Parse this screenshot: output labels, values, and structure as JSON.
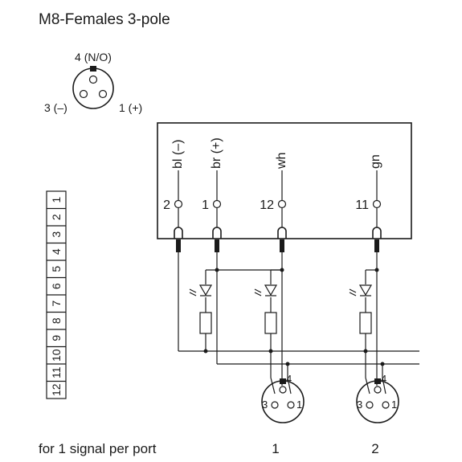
{
  "title": "M8-Females 3-pole",
  "pin_diagram": {
    "top": "4 (N/O)",
    "left": "3 (–)",
    "right": "1 (+)"
  },
  "terminals": [
    {
      "wire": "bl (–)",
      "number": "2"
    },
    {
      "wire": "br (+)",
      "number": "1"
    },
    {
      "wire": "wh",
      "number": "12"
    },
    {
      "wire": "gn",
      "number": "11"
    }
  ],
  "terminal_strip": [
    "1",
    "2",
    "3",
    "4",
    "5",
    "6",
    "7",
    "8",
    "9",
    "10",
    "11",
    "12"
  ],
  "ports": [
    {
      "label": "1",
      "pin_top": "4",
      "pin_left": "3",
      "pin_right": "1"
    },
    {
      "label": "2",
      "pin_top": "4",
      "pin_left": "3",
      "pin_right": "1"
    }
  ],
  "footer": "for 1 signal per port"
}
